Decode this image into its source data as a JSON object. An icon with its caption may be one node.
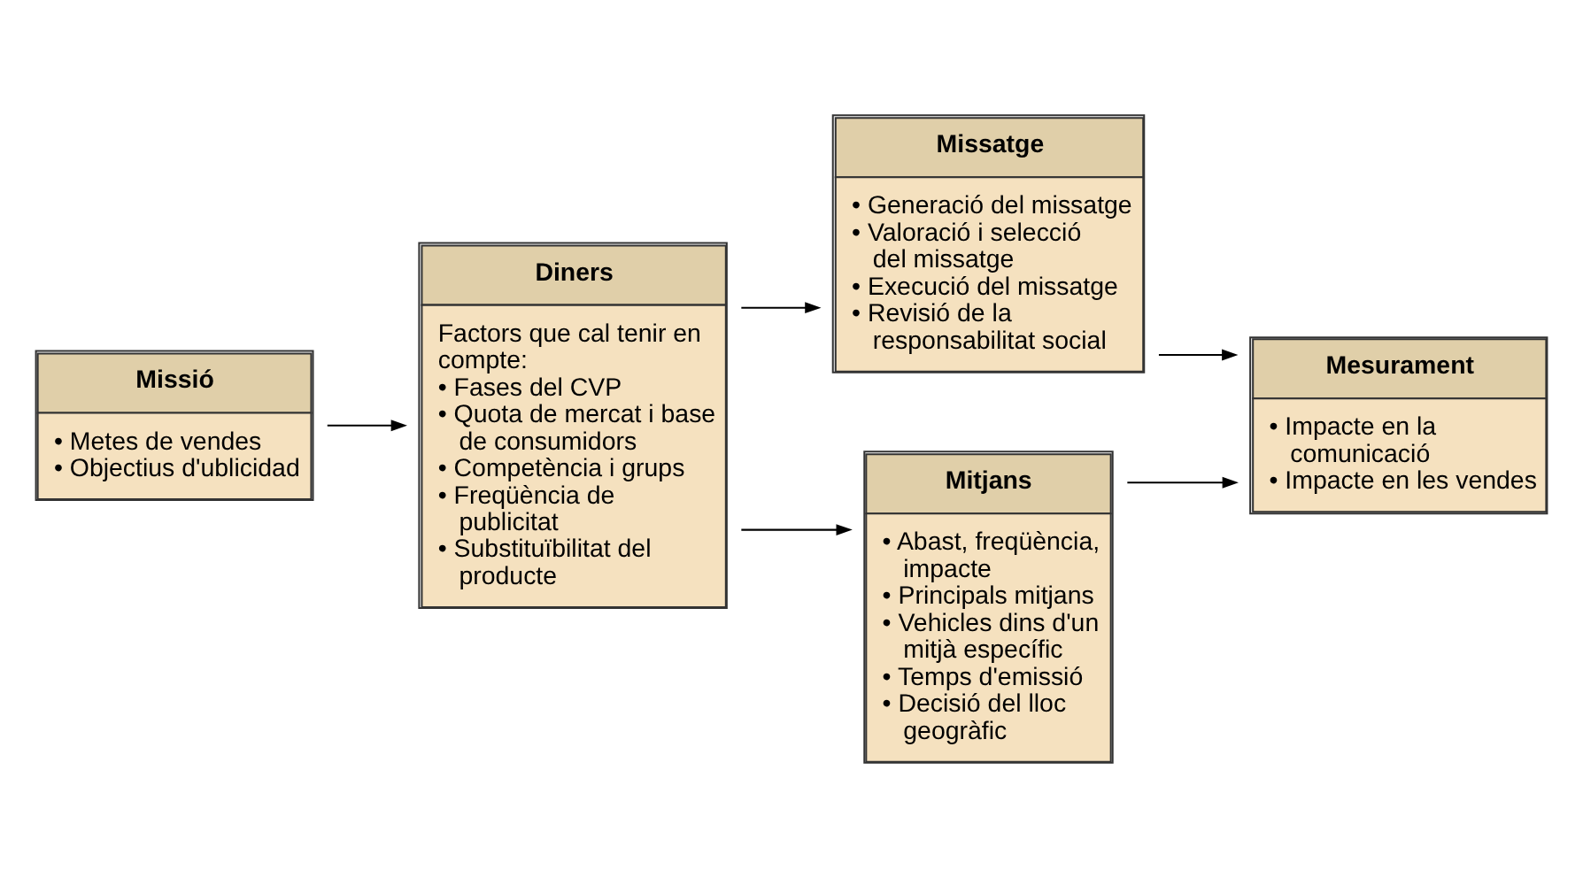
{
  "diagram": {
    "nodes": [
      {
        "text": [
          "Missió",
          "• Metes de vendes",
          "• Objectius d'ublicidad"
        ]
      },
      {
        "text": [
          "Diners",
          "Factors que cal tenir en compte:",
          "• Fases del CVP",
          "• Quota de mercat i base de consumidors",
          "• Competència i grups",
          "• Freqüència de publicitat",
          "• Substituïbilitat del producte"
        ]
      },
      {
        "text": [
          "Missatge",
          "• Generació del missatge",
          "• Valoració i selecció del missatge",
          "• Execució del missatge",
          "• Revisió de la responsabilitat social"
        ]
      },
      {
        "text": [
          "Mitjans",
          "• Abast, freqüència, impacte",
          "• Principals mitjans",
          "• Vehicles dins d'un mitjà específic",
          "• Temps d'emissió",
          "• Decisió del lloc geogràfic"
        ]
      },
      {
        "text": [
          "Mesurament",
          "• Impacte en la comunicació",
          "• Impacte en les vendes"
        ]
      }
    ],
    "edges": [
      {
        "from": 0,
        "to": 1,
        "arrow": "to"
      },
      {
        "from": 1,
        "to": 2,
        "arrow": "to"
      },
      {
        "from": 1,
        "to": 3,
        "arrow": "to"
      },
      {
        "from": 2,
        "to": 4,
        "arrow": "to"
      },
      {
        "from": 3,
        "to": 4,
        "arrow": "to"
      }
    ]
  }
}
